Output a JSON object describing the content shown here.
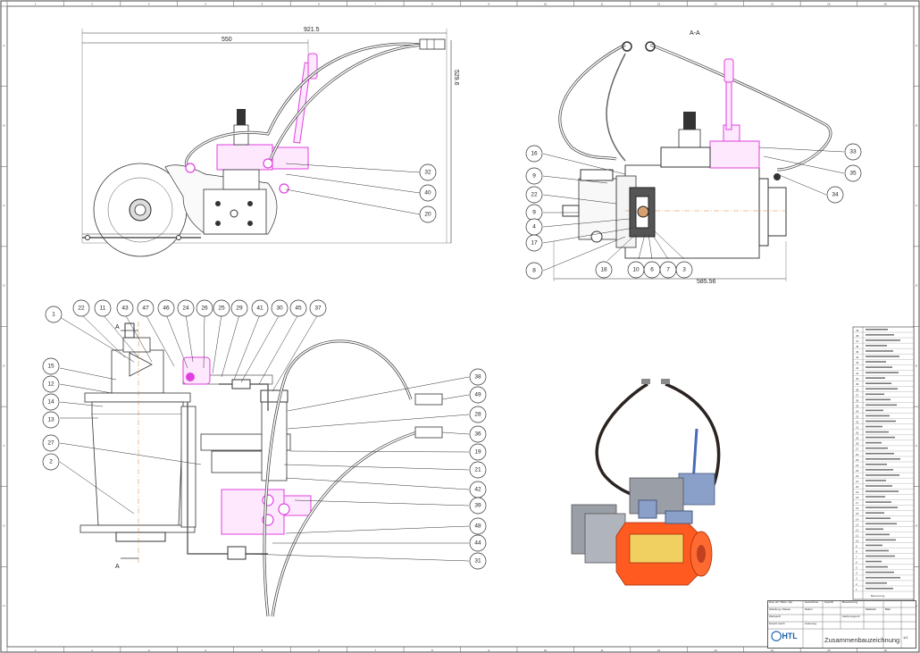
{
  "drawing": {
    "section_label": "A-A",
    "section_mark": "A",
    "dimensions": {
      "overall_width": "921.5",
      "partial_width": "550",
      "height": "529.6",
      "section_width": "585.56"
    },
    "balloons_top_left": [
      "32",
      "40",
      "20"
    ],
    "balloons_top_right": [
      "33",
      "35",
      "34",
      "16",
      "9",
      "22",
      "9",
      "4",
      "17",
      "8",
      "18",
      "10",
      "6",
      "7",
      "3"
    ],
    "balloons_bottom_left_top": [
      "22",
      "11",
      "43",
      "47",
      "46",
      "24",
      "26",
      "25",
      "29",
      "41",
      "30",
      "45",
      "37"
    ],
    "balloons_bottom_left_side": [
      "1",
      "15",
      "12",
      "14",
      "13",
      "27",
      "2"
    ],
    "balloons_bottom_left_right": [
      "38",
      "49",
      "28",
      "36",
      "19",
      "21",
      "42",
      "39",
      "48",
      "44",
      "31"
    ],
    "border_columns": [
      "1",
      "2",
      "3",
      "4",
      "5",
      "6",
      "7",
      "8",
      "9",
      "10",
      "11",
      "12",
      "13",
      "14",
      "15",
      "16"
    ],
    "border_rows": [
      "A",
      "B",
      "C",
      "D",
      "E",
      "F",
      "G",
      "H"
    ]
  },
  "title_block": {
    "title": "Zusammenbauzeichnung",
    "logo": "HTL",
    "cells": [
      "Dok.-Art / Best.-Typ",
      "Gezeichnet",
      "Geprüft",
      "Bezeichnung",
      "Abteilung / Klasse",
      "Datum",
      "Maßstab",
      "Blatt",
      "Werkstoff",
      "Zeichnungs-Nr.",
      "Ersetzt durch",
      "Änderung"
    ],
    "sheet_number": "1/1"
  },
  "parts_list": {
    "row_count": 49,
    "header": "Benennung"
  },
  "colors": {
    "line": "#2b2b2b",
    "magenta": "#e040e0",
    "orange": "#ff5a1f",
    "hose": "#2a2320",
    "valve_blue": "#8aa0c8",
    "grey_body": "#9a9ea6",
    "brand_blue": "#1a5fa8"
  },
  "icons": {
    "logo": "htl-logo-icon"
  }
}
